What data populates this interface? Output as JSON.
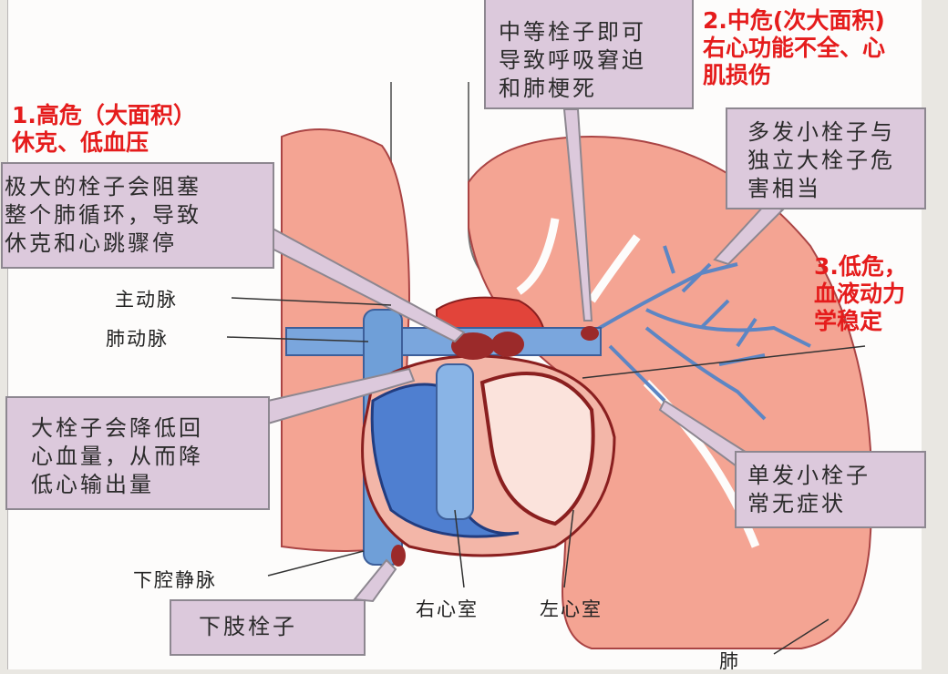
{
  "risk_labels": {
    "high": {
      "line1": "1.高危（大面积）",
      "line2": "休克、低血压"
    },
    "medium": {
      "line1": "2.中危(次大面积)",
      "line2": "右心功能不全、心",
      "line3": "肌损伤"
    },
    "low": {
      "line1": "3.低危，",
      "line2": "血液动力",
      "line3": "学稳定"
    }
  },
  "callouts": {
    "medium_embolus": [
      "中等栓子即可",
      "导致呼吸窘迫",
      "和肺梗死"
    ],
    "large_embolus": [
      "极大的栓子会阻塞",
      "整个肺循环，导致",
      "休克和心跳骤停"
    ],
    "multiple_small": [
      "多发小栓子与",
      "独立大栓子危",
      "害相当"
    ],
    "reduce_return": [
      "大栓子会降低回",
      "心血量，从而降",
      "低心输出量"
    ],
    "single_small": [
      "单发小栓子",
      "常无症状"
    ],
    "lower_limb": [
      "下肢栓子"
    ]
  },
  "anatomy_labels": {
    "aorta": "主动脉",
    "pulmonary_artery": "肺动脉",
    "inferior_vena_cava": "下腔静脉",
    "right_ventricle": "右心室",
    "left_ventricle": "左心室",
    "lung": "肺"
  },
  "colors": {
    "risk_text": "#e51c1c",
    "callout_fill": "#dcc9dc",
    "lung": "#f4a493",
    "vein": "#6f9fd8",
    "heart": "#f3b6a8",
    "embolus": "#9b2a2a"
  }
}
